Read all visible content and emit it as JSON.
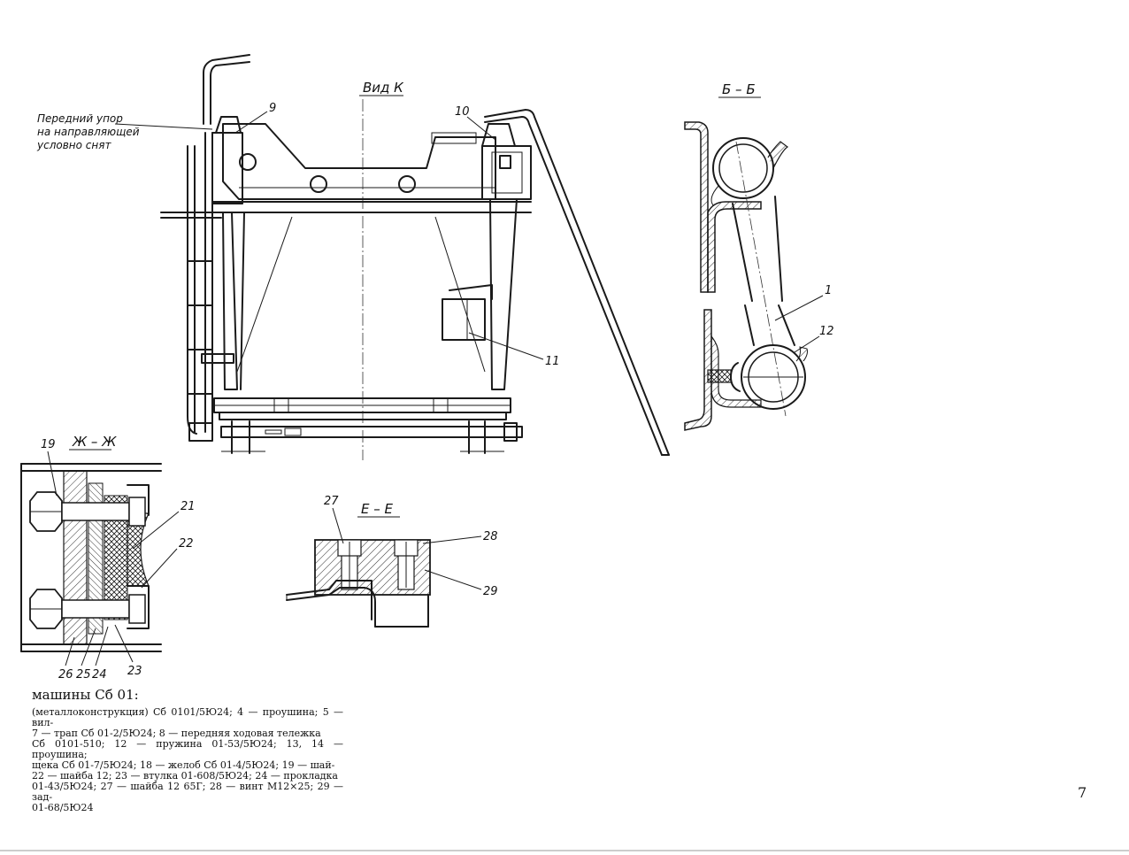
{
  "views": {
    "view_k_title": "Вид К",
    "section_b_title": "Б – Б",
    "section_zh_title": "Ж – Ж",
    "section_e_title": "Е – Е"
  },
  "note": [
    "Передний упор",
    "на направляющей",
    "условно снят"
  ],
  "callouts": {
    "c9": "9",
    "c10": "10",
    "c11": "11",
    "c1": "1",
    "c12": "12",
    "c19": "19",
    "c21": "21",
    "c22": "22",
    "c23": "23",
    "c24": "24",
    "c25": "25",
    "c26": "26",
    "c27": "27",
    "c28": "28",
    "c29": "29"
  },
  "caption": {
    "heading": "машины Сб 01:",
    "lines": [
      "(металлоконструкция) Сб 0101/5Ю24; 4 — проушина; 5 — вил-",
      "7 — трап Сб 01-2/5Ю24; 8 — передняя ходовая тележка",
      "Сб 0101-510; 12 — пружина 01-53/5Ю24; 13, 14 — проушина;",
      "щека Сб 01-7/5Ю24; 18 — желоб Сб 01-4/5Ю24; 19 — шай-",
      "22 — шайба 12; 23 — втулка 01-608/5Ю24; 24 — прокладка",
      "01-43/5Ю24; 27 — шайба 12 65Г; 28 — винт М12×25; 29 — зад-",
      "01-68/5Ю24"
    ]
  },
  "page_number": "7",
  "colors": {
    "ink": "#1a1a1a",
    "paper": "#ffffff"
  }
}
